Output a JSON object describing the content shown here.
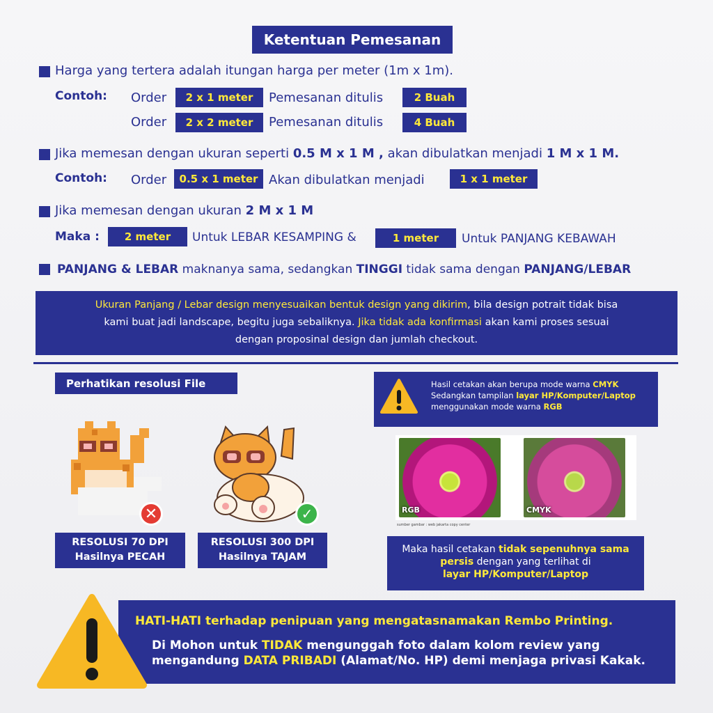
{
  "title": "Ketentuan Pemesanan",
  "rule1": {
    "text": "Harga yang tertera adalah itungan harga per meter (1m x 1m).",
    "example_label": "Contoh:",
    "rows": [
      {
        "order": "Order",
        "size": "2 x 1 meter",
        "written": "Pemesanan ditulis",
        "qty": "2 Buah"
      },
      {
        "order": "Order",
        "size": "2 x 2 meter",
        "written": "Pemesanan ditulis",
        "qty": "4 Buah"
      }
    ]
  },
  "rule2": {
    "pre": "Jika memesan dengan ukuran seperti ",
    "size_a": "0.5 M x 1 M ,",
    "mid": " akan dibulatkan menjadi ",
    "size_b": "1 M x 1 M.",
    "example_label": "Contoh:",
    "order": "Order",
    "from": "0.5 x 1 meter",
    "rounded": "Akan dibulatkan menjadi",
    "to": "1 x 1 meter"
  },
  "rule3": {
    "pre": "Jika memesan dengan ukuran ",
    "size": "2 M x 1 M",
    "maka": "Maka :",
    "width_val": "2 meter",
    "width_txt": "Untuk LEBAR KESAMPING &",
    "length_val": "1 meter",
    "length_txt": "Untuk PANJANG KEBAWAH"
  },
  "rule4": {
    "a": "PANJANG & LEBAR",
    "b": " maknanya sama, sedangkan ",
    "c": "TINGGI",
    "d": " tidak sama dengan ",
    "e": "PANJANG/LEBAR"
  },
  "notice": {
    "y1": "Ukuran Panjang / Lebar design menyesuaikan bentuk design yang dikirim",
    "w1": ", bila design potrait tidak bisa",
    "w2": "kami buat jadi landscape, begitu juga sebaliknya. ",
    "y2": "Jika tidak ada konfirmasi",
    "w3": " akan kami proses sesuai",
    "w4": "dengan proposinal design dan jumlah checkout."
  },
  "resolution": {
    "heading": "Perhatikan resolusi File",
    "low_l1": "RESOLUSI 70 DPI",
    "low_l2": "Hasilnya PECAH",
    "high_l1": "RESOLUSI 300 DPI",
    "high_l2": "Hasilnya TAJAM"
  },
  "color_mode": {
    "l1": "Hasil cetakan akan berupa mode warna ",
    "l1y": "CMYK",
    "l2": "Sedangkan tampilan ",
    "l2y": "layar HP/Komputer/Laptop",
    "l3": "menggunakan mode warna ",
    "l3y": "RGB",
    "rgb": "RGB",
    "cmyk": "CMYK",
    "source": "sumber gambar : web jakarta copy center",
    "result_a": "Maka hasil cetakan ",
    "result_ay": "tidak sepenuhnya sama",
    "result_by": "persis",
    "result_b": " dengan yang terlihat di",
    "result_cy": "layar HP/Komputer/Laptop"
  },
  "warning": {
    "line1": "HATI-HATI terhadap penipuan yang mengatasnamakan Rembo Printing.",
    "l2a": "Di Mohon untuk ",
    "l2y": "TIDAK",
    "l2b": " mengunggah foto dalam kolom review yang",
    "l3a": "mengandung ",
    "l3y": "DATA PRIBADI",
    "l3b": " (Alamat/No. HP) demi menjaga privasi Kakak."
  },
  "colors": {
    "navy": "#2a3192",
    "yellow": "#ffe93a",
    "alert": "#f7b824"
  }
}
